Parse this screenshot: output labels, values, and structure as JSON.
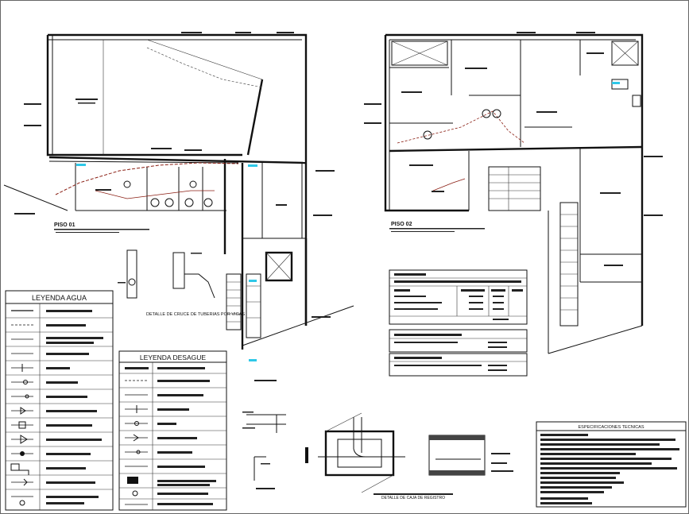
{
  "sheet": {
    "plan1_title": "PISO 01",
    "plan2_title": "PISO 02",
    "detail_crossing": "DETALLE DE CRUCE DE TUBERIAS POR VIGAS",
    "detail_box": "DETALLE DE CAJA DE REGISTRO"
  },
  "legend_agua": {
    "title": "LEYENDA AGUA"
  },
  "legend_desague": {
    "title": "LEYENDA DESAGUE"
  },
  "specs": {
    "title": "ESPECIFICACIONES TECNICAS"
  },
  "colors": {
    "ink": "#111111",
    "water_accent": "#2fc8e8",
    "pipe_accent": "#8a1d12"
  }
}
